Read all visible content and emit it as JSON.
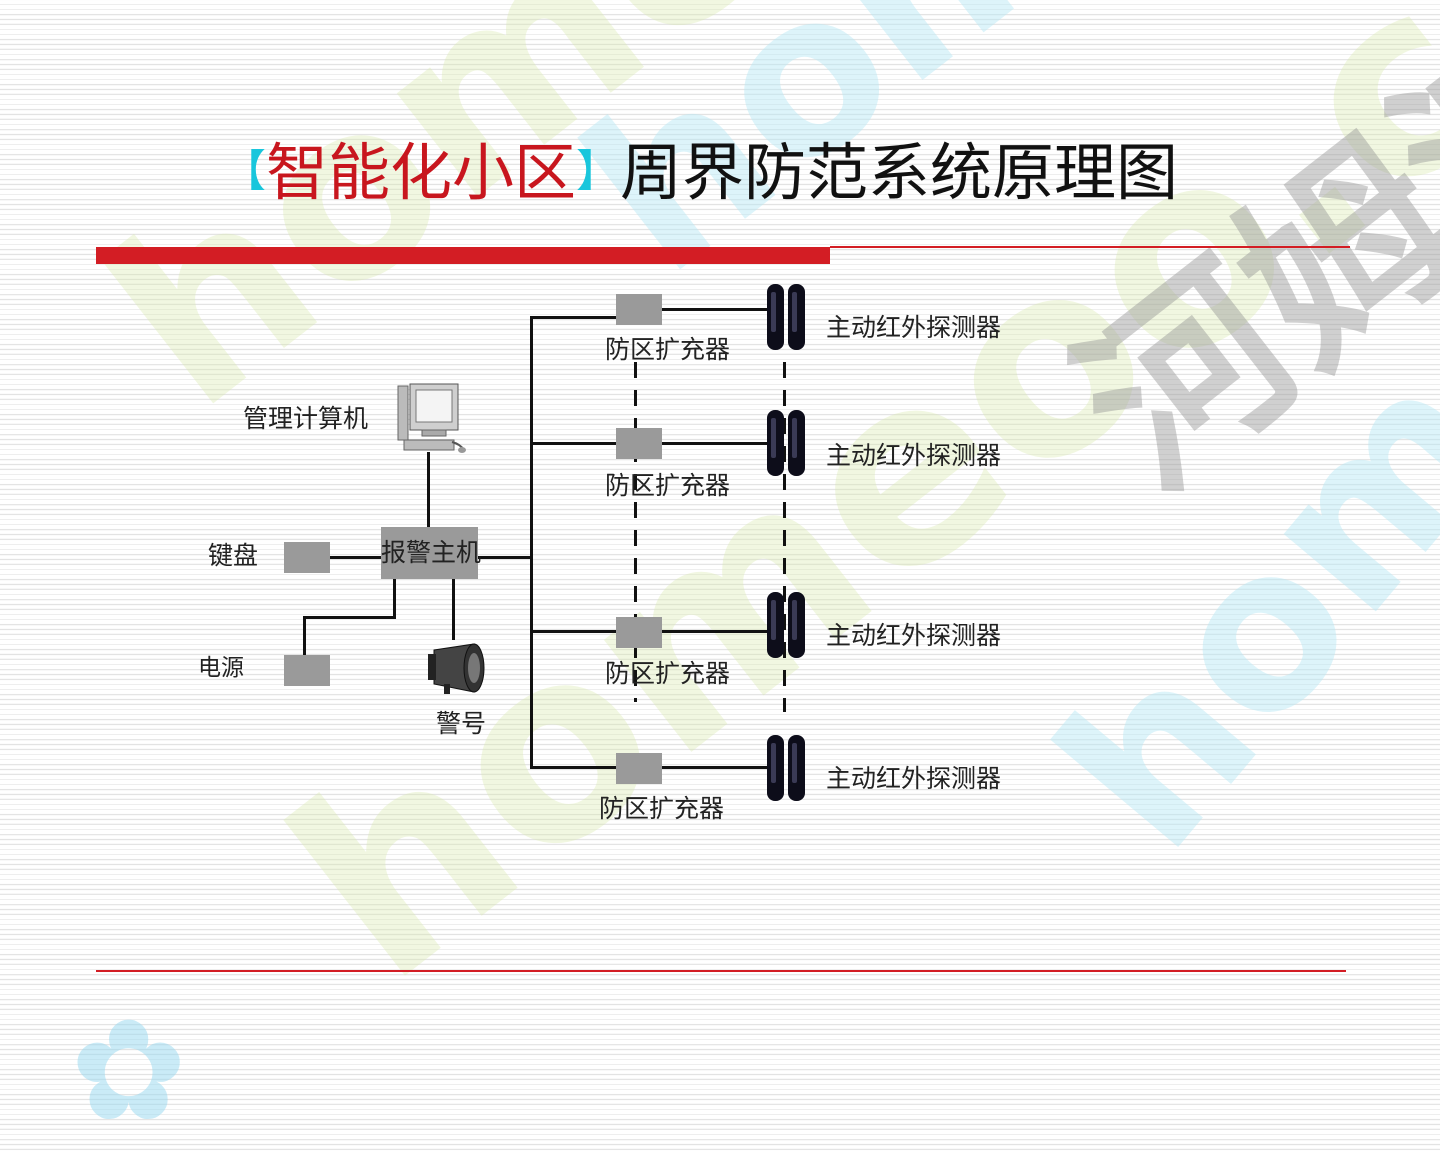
{
  "title": {
    "bracket_left": "【",
    "highlight": "智能化小区",
    "bracket_right": "】",
    "main": "周界防范系统原理图"
  },
  "colors": {
    "accent_red": "#d31d24",
    "bracket_cyan": "#19c6dc",
    "device_gray": "#9a9a9a"
  },
  "watermark": {
    "text": "homeoo.com",
    "brand_text": "河姆渡"
  },
  "diagram": {
    "computer_label": "管理计算机",
    "host_label": "报警主机",
    "keyboard_label": "键盘",
    "power_label": "电源",
    "siren_label": "警号",
    "expanders": [
      {
        "label": "防区扩充器"
      },
      {
        "label": "防区扩充器"
      },
      {
        "label": "防区扩充器"
      },
      {
        "label": "防区扩充器"
      }
    ],
    "detectors": [
      {
        "label": "主动红外探测器"
      },
      {
        "label": "主动红外探测器"
      },
      {
        "label": "主动红外探测器"
      },
      {
        "label": "主动红外探测器"
      }
    ]
  }
}
